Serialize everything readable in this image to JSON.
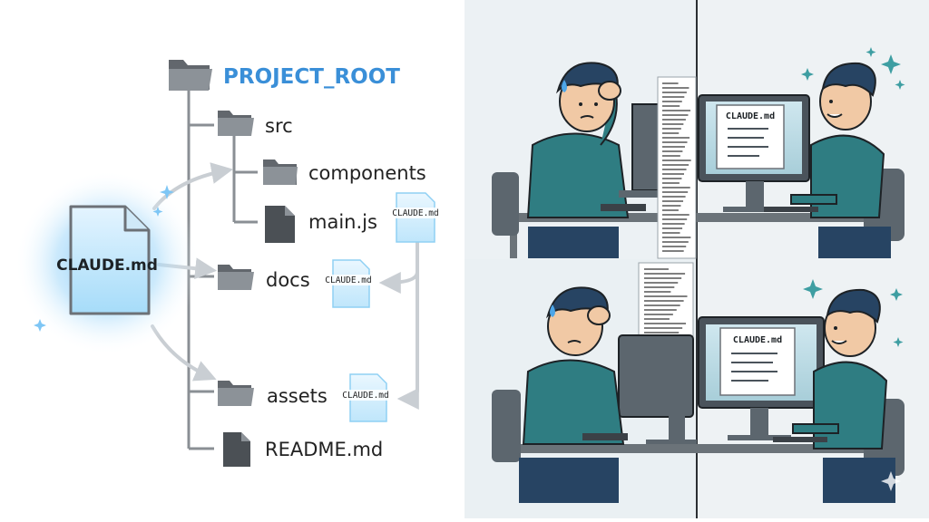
{
  "tree": {
    "root_label": "PROJECT_ROOT",
    "items": [
      {
        "label": "src",
        "kind": "folder"
      },
      {
        "label": "components",
        "kind": "folder"
      },
      {
        "label": "main.js",
        "kind": "file"
      },
      {
        "label": "docs",
        "kind": "folder"
      },
      {
        "label": "assets",
        "kind": "folder"
      },
      {
        "label": "README.md",
        "kind": "file"
      }
    ]
  },
  "claude_file": {
    "label": "CLAUDE.md"
  },
  "badges": {
    "main_js": "CLAUDE.md",
    "docs": "CLAUDE.md",
    "assets": "CLAUDE.md"
  },
  "comic": {
    "top_right_screen_title": "CLAUDE.md",
    "bottom_right_screen_title": "CLAUDE.md"
  },
  "colors": {
    "accent_blue": "#3a8fd8",
    "glow_blue": "#7ec6f5",
    "folder_gray": "#6c7177",
    "shirt_teal": "#2f7d82",
    "tree_line": "#888888"
  }
}
